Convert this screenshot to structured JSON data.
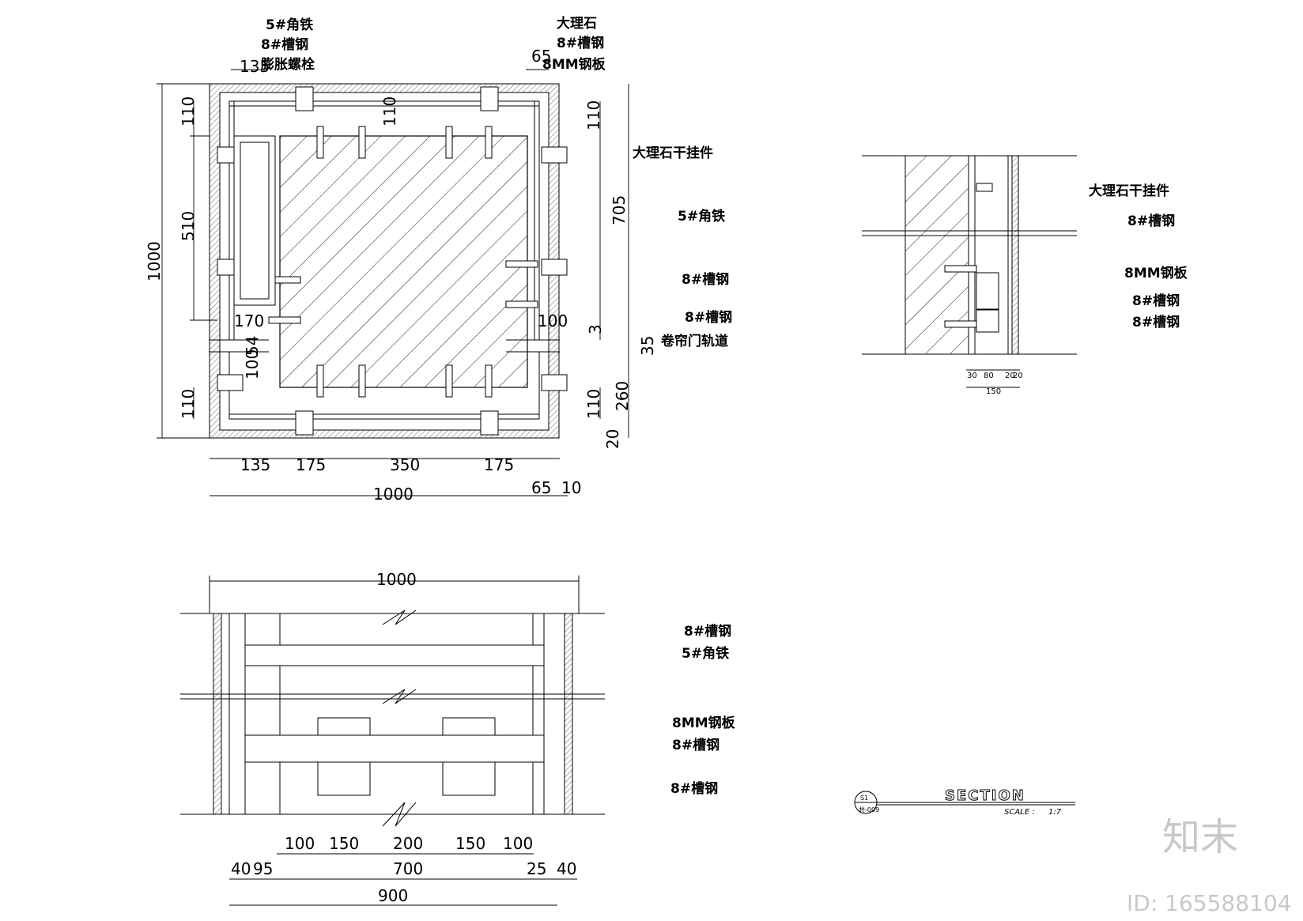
{
  "plan": {
    "top_labels_left": [
      "5#角铁",
      "8#槽钢",
      "膨胀螺栓"
    ],
    "top_labels_right": [
      "大理石",
      "8#槽钢",
      "8MM钢板"
    ],
    "top_dim_left": "135",
    "top_dim_right": "65",
    "left_dims": [
      "110",
      "510",
      "1000",
      "170",
      "54",
      "100",
      "110"
    ],
    "inner_dims": [
      "110",
      "100"
    ],
    "right_dims": [
      "110",
      "705",
      "3",
      "35",
      "260",
      "110",
      "20"
    ],
    "bottom_dims": [
      "135",
      "175",
      "350",
      "175",
      "65",
      "10"
    ],
    "bottom_total": "1000",
    "side_labels": [
      "大理石干挂件",
      "5#角铁",
      "8#槽钢",
      "8#槽钢",
      "卷帘门轨道"
    ]
  },
  "elevation": {
    "top_total": "1000",
    "labels": [
      "8#槽钢",
      "5#角铁",
      "8MM钢板",
      "8#槽钢",
      "8#槽钢"
    ],
    "row1_dims": [
      "100",
      "150",
      "200",
      "150",
      "100"
    ],
    "row2_dims": [
      "40",
      "95",
      "700",
      "25",
      "40"
    ],
    "bottom_total": "900"
  },
  "section": {
    "labels": [
      "大理石干挂件",
      "8#槽钢",
      "8MM钢板",
      "8#槽钢",
      "8#槽钢"
    ],
    "dims": [
      "30",
      "80",
      "20",
      "20"
    ],
    "total": "150"
  },
  "title_block": {
    "bubble_top": "S1",
    "bubble_bottom": "共-009",
    "title": "SECTION",
    "scale_label": "SCALE :",
    "scale_value": "1:7"
  },
  "watermark": {
    "logo": "知末",
    "id": "ID: 165588104"
  }
}
